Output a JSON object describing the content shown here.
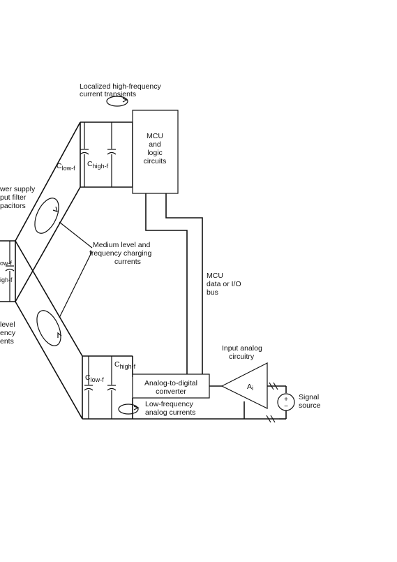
{
  "labels": {
    "hf_transients": [
      "Localized high-frequency",
      "current transients"
    ],
    "mcu_box": [
      "MCU",
      "and",
      "logic",
      "circuits"
    ],
    "c_low_top": "C",
    "c_low_top_sub": "low-f",
    "c_high_top": "C",
    "c_high_top_sub": "high-f",
    "power_supply": [
      "wer supply",
      "put filter",
      "pacitors"
    ],
    "medium_currents": [
      "Medium level and",
      "frequency charging",
      "currents"
    ],
    "left_low": "ow-f",
    "left_high": "igh-f",
    "left_level": [
      "level",
      "ency",
      "ents"
    ],
    "mcu_bus": [
      "MCU",
      "data or I/O",
      "bus"
    ],
    "input_analog": [
      "Input analog",
      "circuitry"
    ],
    "c_low_bot": "C",
    "c_low_bot_sub": "low-f",
    "c_high_bot": "C",
    "c_high_bot_sub": "high-f",
    "adc": [
      "Analog-to-digital",
      "converter"
    ],
    "amp": "A",
    "amp_sub": "i",
    "signal_source": [
      "Signal",
      "source"
    ],
    "low_freq_currents": [
      "Low-frequency",
      "analog currents"
    ]
  }
}
